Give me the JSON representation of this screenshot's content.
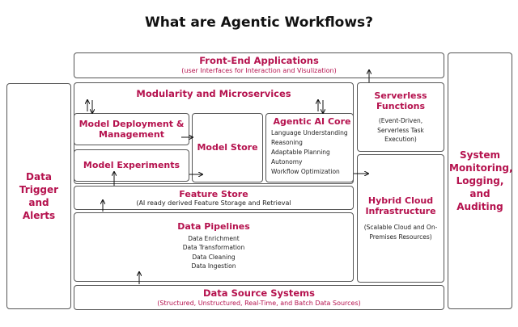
{
  "title": "What are Agentic Workflows?",
  "front_end": {
    "heading": "Front-End Applications",
    "sub": "(user Interfaces for Interaction and Visulization)"
  },
  "data_trigger": {
    "heading": "Data Trigger and Alerts"
  },
  "system_monitoring": {
    "heading": "System Monitoring, Logging, and Auditing"
  },
  "modularity": {
    "heading": "Modularity and Microservices"
  },
  "serverless": {
    "heading": "Serverless Functions",
    "sub": "(Event-Driven, Serverless Task Execution)"
  },
  "model_deployment": {
    "heading": "Model Deployment & Management"
  },
  "model_store": {
    "heading": "Model Store"
  },
  "agentic_core": {
    "heading": "Agentic AI Core",
    "items": [
      "Language Understanding",
      "Reasoning",
      "Adaptable Planning",
      "Autonomy",
      "Workflow Optimization"
    ]
  },
  "model_experiments": {
    "heading": "Model Experiments"
  },
  "hybrid_cloud": {
    "heading": "Hybrid Cloud Infrastructure",
    "sub": "(Scalable Cloud and On-Premises Resources)"
  },
  "feature_store": {
    "heading": "Feature Store",
    "sub": "(AI ready derived Feature Storage and Retrieval"
  },
  "data_pipelines": {
    "heading": "Data Pipelines",
    "items": [
      "Data Enrichment",
      "Data Transformation",
      "Data Cleaning",
      "Data Ingestion"
    ]
  },
  "data_source": {
    "heading": "Data Source Systems",
    "sub": "(Structured, Unstructured, Real-Time, and Batch Data Sources)"
  }
}
